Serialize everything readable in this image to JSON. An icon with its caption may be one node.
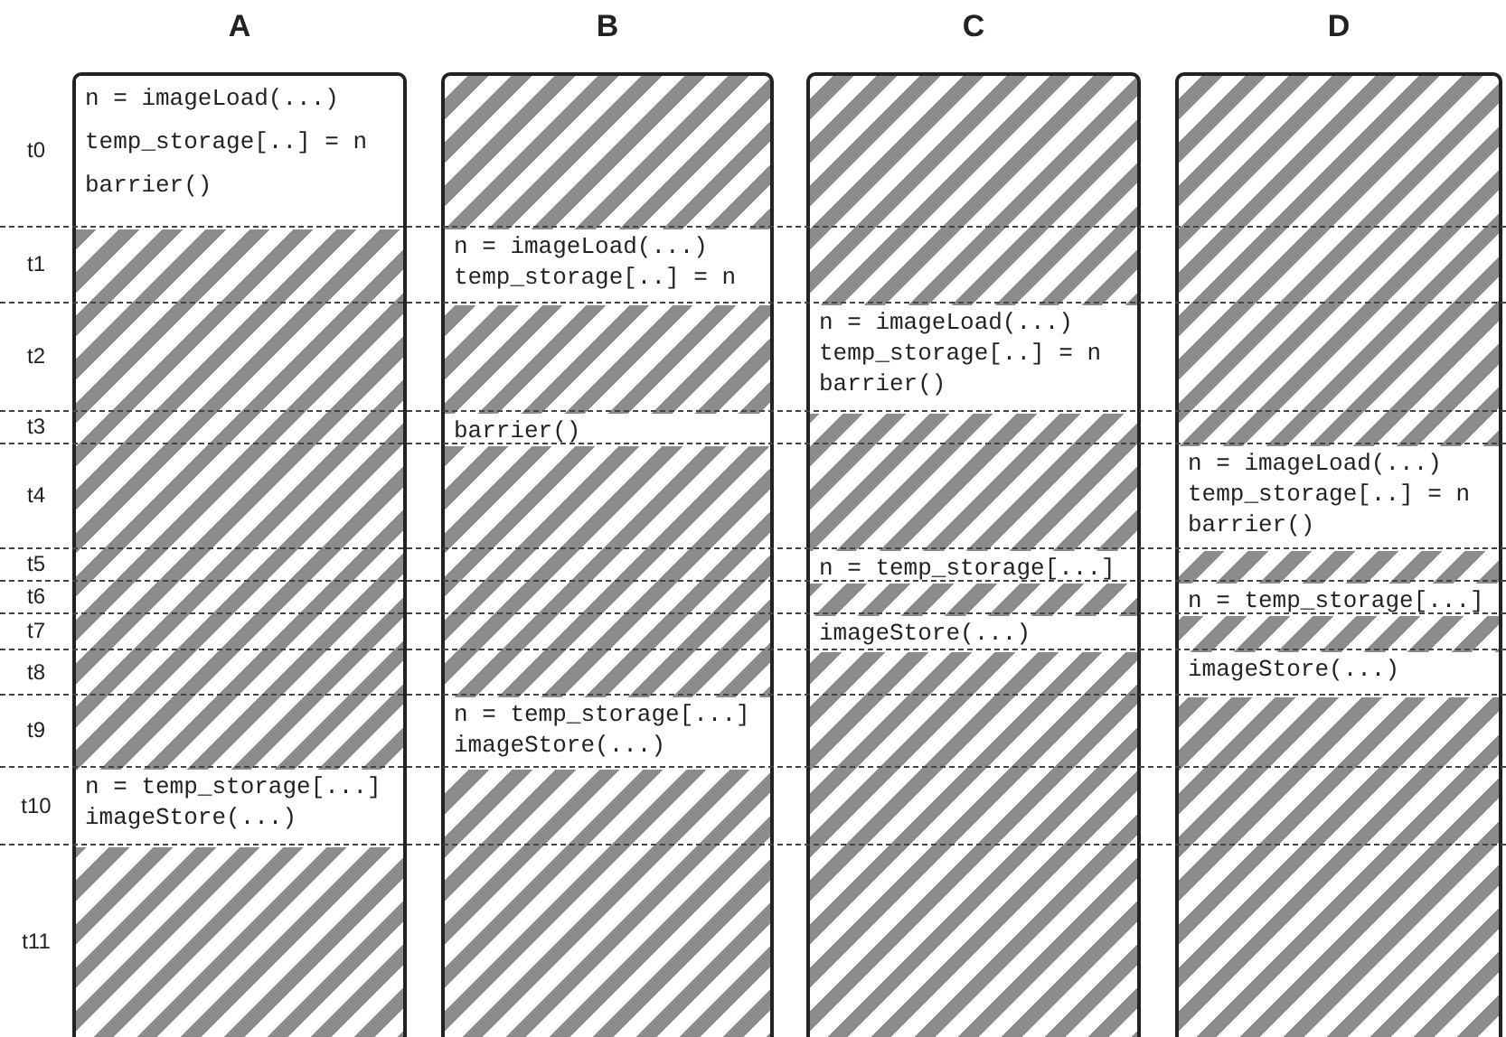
{
  "diagram": {
    "nodes": [
      {
        "text": [
          "A"
        ]
      },
      {
        "text": [
          "B"
        ]
      },
      {
        "text": [
          "C"
        ]
      },
      {
        "text": [
          "D"
        ]
      },
      {
        "text": [
          "n = imageLoad(...)",
          "temp_storage[..] = n",
          "barrier()"
        ],
        "in": 0
      },
      {
        "text": [
          "n = imageLoad(...)",
          "temp_storage[..] = n"
        ],
        "in": 1
      },
      {
        "text": [
          "n = imageLoad(...)",
          "temp_storage[..] = n",
          "barrier()"
        ],
        "in": 2
      },
      {
        "text": [
          "barrier()"
        ],
        "in": 1
      },
      {
        "text": [
          "n = imageLoad(...)",
          "temp_storage[..] = n",
          "barrier()"
        ],
        "in": 3
      },
      {
        "text": [
          "n = temp_storage[...]"
        ],
        "in": 2
      },
      {
        "text": [
          "n = temp_storage[...]"
        ],
        "in": 3
      },
      {
        "text": [
          "imageStore(...)"
        ],
        "in": 2
      },
      {
        "text": [
          "imageStore(...)"
        ],
        "in": 3
      },
      {
        "text": [
          "n = temp_storage[...]",
          "imageStore(...)"
        ],
        "in": 1
      },
      {
        "text": [
          "n = temp_storage[...]",
          "imageStore(...)"
        ],
        "in": 0
      }
    ],
    "labels": [
      "t0",
      "t1",
      "t2",
      "t3",
      "t4",
      "t5",
      "t6",
      "t7",
      "t8",
      "t9",
      "t10",
      "t11"
    ]
  }
}
